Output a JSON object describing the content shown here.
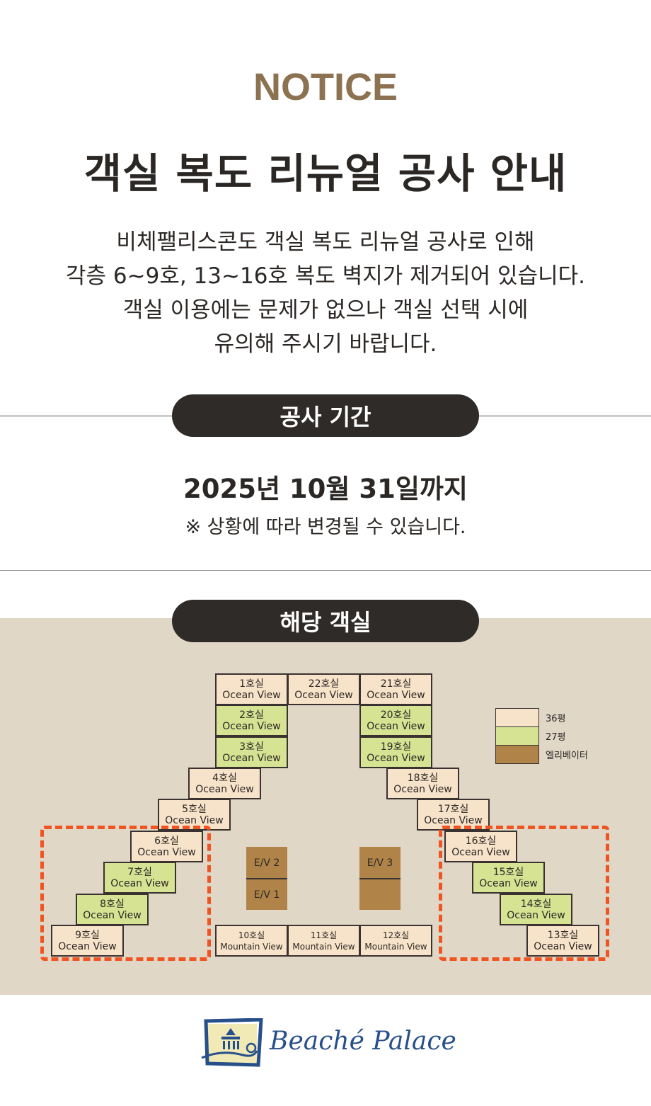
{
  "notice": "NOTICE",
  "title": "객실 복도 리뉴얼 공사 안내",
  "body": [
    "비체팰리스콘도 객실 복도 리뉴얼 공사로 인해",
    "각층 6~9호, 13~16호 복도 벽지가 제거되어 있습니다.",
    "객실 이용에는 문제가 없으나 객실 선택 시에",
    "유의해 주시기 바랍니다."
  ],
  "period_label": "공사 기간",
  "period": "2025년 10월 31일까지",
  "period_note": "※ 상황에 따라 변경될 수 있습니다.",
  "rooms_label": "해당 객실",
  "rooms": {
    "r1": {
      "name": "1호실",
      "view": "Ocean View"
    },
    "r2": {
      "name": "2호실",
      "view": "Ocean View"
    },
    "r3": {
      "name": "3호실",
      "view": "Ocean View"
    },
    "r4": {
      "name": "4호실",
      "view": "Ocean View"
    },
    "r5": {
      "name": "5호실",
      "view": "Ocean View"
    },
    "r6": {
      "name": "6호실",
      "view": "Ocean View"
    },
    "r7": {
      "name": "7호실",
      "view": "Ocean View"
    },
    "r8": {
      "name": "8호실",
      "view": "Ocean View"
    },
    "r9": {
      "name": "9호실",
      "view": "Ocean View"
    },
    "r10": {
      "name": "10호실",
      "view": "Mountain View"
    },
    "r11": {
      "name": "11호실",
      "view": "Mountain View"
    },
    "r12": {
      "name": "12호실",
      "view": "Mountain View"
    },
    "r13": {
      "name": "13호실",
      "view": "Ocean View"
    },
    "r14": {
      "name": "14호실",
      "view": "Ocean View"
    },
    "r15": {
      "name": "15호실",
      "view": "Ocean View"
    },
    "r16": {
      "name": "16호실",
      "view": "Ocean View"
    },
    "r17": {
      "name": "17호실",
      "view": "Ocean View"
    },
    "r18": {
      "name": "18호실",
      "view": "Ocean View"
    },
    "r19": {
      "name": "19호실",
      "view": "Ocean View"
    },
    "r20": {
      "name": "20호실",
      "view": "Ocean View"
    },
    "r21": {
      "name": "21호실",
      "view": "Ocean View"
    },
    "r22": {
      "name": "22호실",
      "view": "Ocean View"
    }
  },
  "elevators": {
    "ev1": "E/V 1",
    "ev2": "E/V 2",
    "ev3": "E/V 3"
  },
  "legend": {
    "l36": "36평",
    "l27": "27평",
    "lev": "엘리베이터"
  },
  "colors": {
    "size36": "#f7e3c9",
    "size27": "#d5e393",
    "elevator": "#b08449",
    "highlight": "#f05423",
    "accent": "#8c7250"
  },
  "logo": "Beaché Palace"
}
